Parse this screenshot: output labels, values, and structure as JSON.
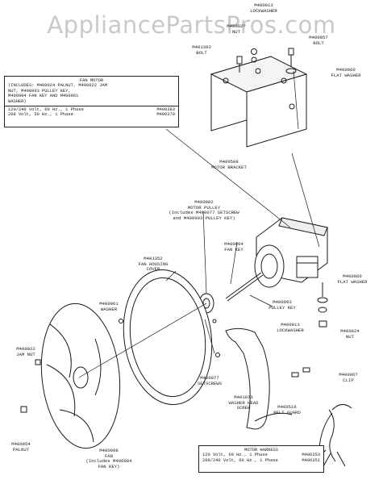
{
  "watermark": "AppliancePartsPros.com",
  "fan_motor_box": {
    "title": "FAN MOTOR",
    "includes": [
      "(INCLUDES: M400024 PALNUT, M400022 JAM",
      "NUT, M400993 PULLEY KEY,",
      "M400994 FAN KEY AND M400961",
      "WASHER)"
    ],
    "rows": [
      {
        "spec": "120/240 Volt, 60 Hz., 1 Phase",
        "part": "M400383"
      },
      {
        "spec": "208 Volt, 50 Hz., 1 Phase",
        "part": "M400379"
      }
    ]
  },
  "motor_harness_box": {
    "title": "MOTOR HARNESS",
    "rows": [
      {
        "spec": "120 Volt, 60 Hz., 1 Phase",
        "part": "M406353"
      },
      {
        "spec": "208/240 Volt, 60 Hz., 1 Phase",
        "part": "M406351"
      }
    ]
  },
  "callouts": {
    "lockwasher_top": [
      "M400013",
      "LOCKWASHER"
    ],
    "nut_top": [
      "M40002?",
      "NUT"
    ],
    "bolt_m400057": [
      "M400057",
      "BOLT"
    ],
    "bolt_m401393": [
      "M401393",
      "BOLT"
    ],
    "flat_washer_top": [
      "M400060",
      "FLAT WASHER"
    ],
    "motor_bracket": [
      "M400508",
      "MOTOR BRACKET"
    ],
    "motor_pulley": [
      "M400082",
      "MOTOR PULLEY",
      "(Includes M400077 SETSCREW",
      "and M400993 PULLEY KEY)"
    ],
    "fan_key": [
      "M400994",
      "FAN KEY"
    ],
    "fan_housing_cover": [
      "M401352",
      "FAN HOUSING",
      "COVER"
    ],
    "washer": [
      "M400961",
      "WASHER"
    ],
    "flat_washer_right": [
      "M400060",
      "FLAT WASHER"
    ],
    "pulley_key": [
      "M400993",
      "PULLEY KEY"
    ],
    "lockwasher_right": [
      "M400013",
      "LOCKWASHER"
    ],
    "nut_right": [
      "M400024",
      "NUT"
    ],
    "jam_nut": [
      "M400022",
      "JAM NUT"
    ],
    "setscrews": [
      "M400077",
      "SETSCREWS"
    ],
    "washer_head_screw": [
      "M401973",
      "WASHER HEAD",
      "SCREW"
    ],
    "belt_guard": [
      "M400516",
      "BELT GUARD"
    ],
    "clip": [
      "M400967",
      "CLIP"
    ],
    "palnut": [
      "M400054",
      "PALNUT"
    ],
    "fan": [
      "M400098",
      "FAN",
      "(Includes M400984",
      "FAN KEY)"
    ]
  }
}
